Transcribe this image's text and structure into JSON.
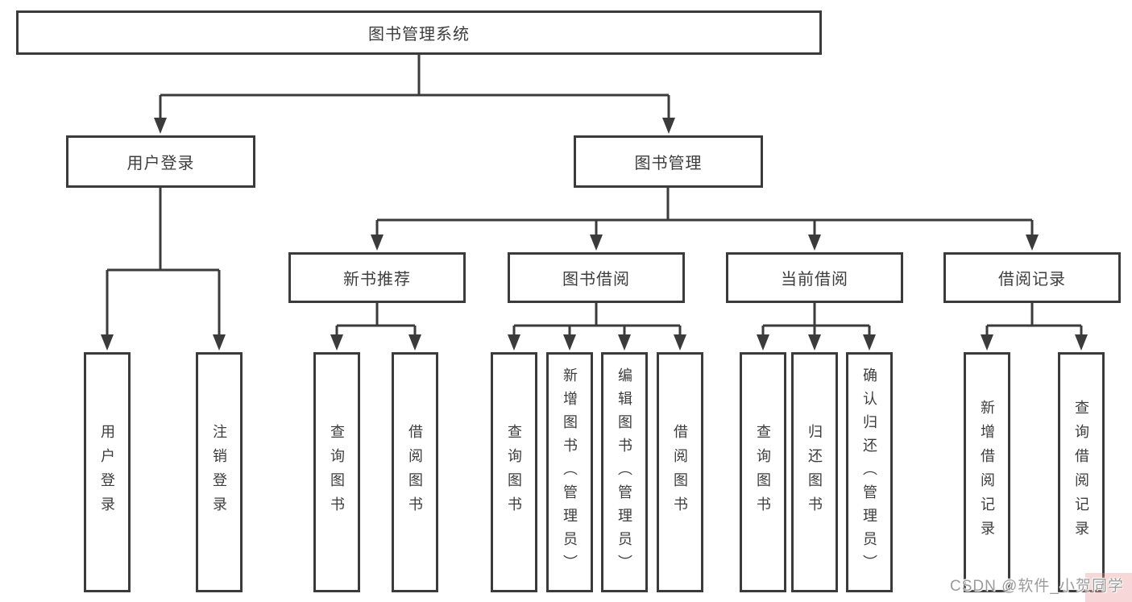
{
  "diagram": {
    "root": {
      "label": "图书管理系统"
    },
    "level2": [
      {
        "label": "用户登录"
      },
      {
        "label": "图书管理"
      }
    ],
    "level3": [
      {
        "label": "新书推荐"
      },
      {
        "label": "图书借阅"
      },
      {
        "label": "当前借阅"
      },
      {
        "label": "借阅记录"
      }
    ],
    "leaves": [
      {
        "label": "用户登录"
      },
      {
        "label": "注销登录"
      },
      {
        "label": "查询图书"
      },
      {
        "label": "借阅图书"
      },
      {
        "label": "查询图书"
      },
      {
        "label": "新增图书（管理员）"
      },
      {
        "label": "编辑图书（管理员）"
      },
      {
        "label": "借阅图书"
      },
      {
        "label": "查询图书"
      },
      {
        "label": "归还图书"
      },
      {
        "label": "确认归还（管理员）"
      },
      {
        "label": "新增借阅记录"
      },
      {
        "label": "查询借阅记录"
      }
    ],
    "line_color": "#3b3b3b",
    "text_color": "#3d3d3d"
  },
  "watermark": {
    "text": "CSDN @软件_小贺同学"
  }
}
